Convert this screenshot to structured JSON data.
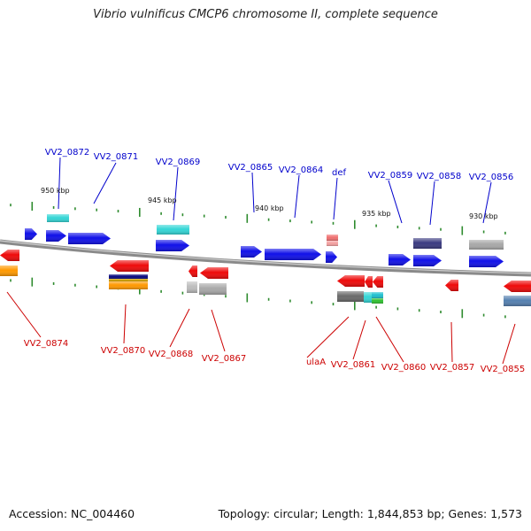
{
  "title": "Vibrio vulnificus CMCP6 chromosome II, complete sequence",
  "footer": {
    "accession": "Accession: NC_004460",
    "topology": "Topology: circular; Length: 1,844,853 bp; Genes: 1,573"
  },
  "colors": {
    "backbone": "#8a8a8a",
    "tick": "#2e8b2e",
    "forward_label": "#0000cc",
    "reverse_label": "#cc0000",
    "blue": "#1010e8",
    "red": "#ee0a0a",
    "cyan": "#33d6d6",
    "gray": "#a8a8a8",
    "dark_gray": "#6a6a6a",
    "navy": "#3a3a80",
    "orange": "#ff9900",
    "pink": "#f07070",
    "steel_blue": "#5580b0"
  },
  "position_labels": [
    "950 kbp",
    "945 kbp",
    "940 kbp",
    "935 kbp",
    "930 kbp"
  ],
  "forward_genes": [
    "VV2_0872",
    "VV2_0871",
    "VV2_0869",
    "VV2_0865",
    "VV2_0864",
    "def",
    "VV2_0859",
    "VV2_0858",
    "VV2_0856"
  ],
  "reverse_genes": [
    "VV2_0874",
    "VV2_0870",
    "VV2_0868",
    "VV2_0867",
    "ulaA",
    "VV2_0861",
    "VV2_0860",
    "VV2_0857",
    "VV2_0855"
  ]
}
